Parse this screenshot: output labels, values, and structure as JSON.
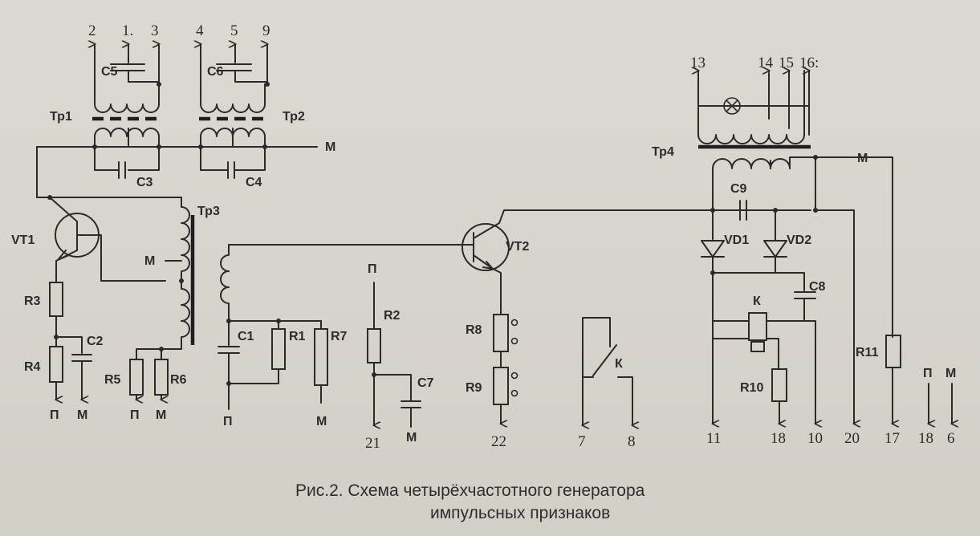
{
  "caption": {
    "line1": "Рис.2. Схема четырёхчастотного генератора",
    "line2": "импульсных признаков"
  },
  "labels": {
    "tr1": "Тр1",
    "tr2": "Тр2",
    "tr3": "Тр3",
    "tr4": "Тр4",
    "vt1": "VT1",
    "vt2": "VT2",
    "vd1": "VD1",
    "vd2": "VD2",
    "c1": "C1",
    "c2": "C2",
    "c3": "C3",
    "c4": "C4",
    "c5": "C5",
    "c6": "C6",
    "c7": "C7",
    "c8": "C8",
    "c9": "C9",
    "r1": "R1",
    "r2": "R2",
    "r3": "R3",
    "r4": "R4",
    "r5": "R5",
    "r6": "R6",
    "r7": "R7",
    "r8": "R8",
    "r9": "R9",
    "r10": "R10",
    "r11": "R11",
    "relay": "К",
    "switch": "К",
    "p": "П",
    "m": "М"
  },
  "terminals": {
    "t2": "2",
    "t1": "1.",
    "t3": "3",
    "t4": "4",
    "t5": "5",
    "t9": "9",
    "t13": "13",
    "t14": "14",
    "t15": "15",
    "t16": "16:",
    "t21": "21",
    "t22": "22",
    "t7": "7",
    "t8": "8",
    "t11": "11",
    "t18a": "18",
    "t10": "10",
    "t20": "20",
    "t17": "17",
    "t18b": "18",
    "t6": "6"
  }
}
